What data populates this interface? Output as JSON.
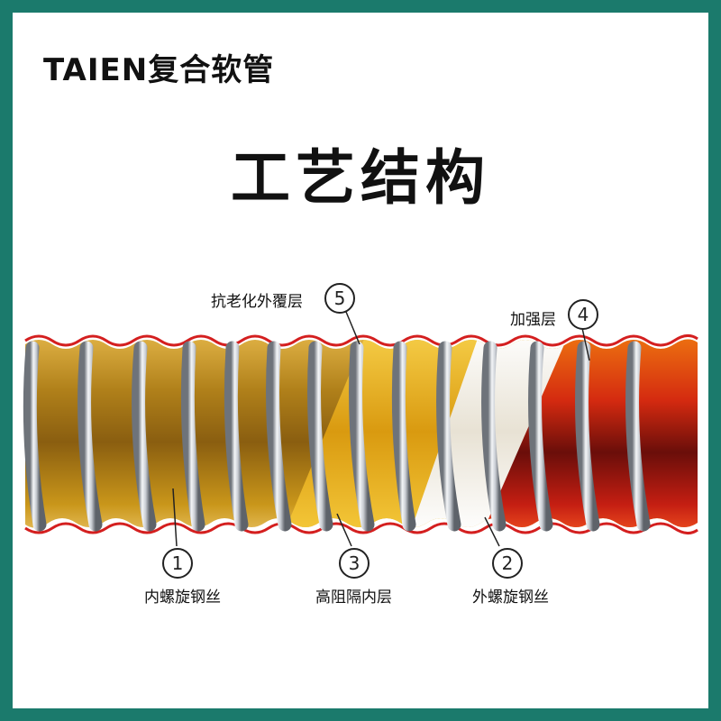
{
  "brand": "TAIEN复合软管",
  "heading": "工艺结构",
  "layers": [
    {
      "num": "1",
      "label": "内螺旋钢丝"
    },
    {
      "num": "2",
      "label": "外螺旋钢丝"
    },
    {
      "num": "3",
      "label": "高阻隔内层"
    },
    {
      "num": "4",
      "label": "加强层"
    },
    {
      "num": "5",
      "label": "抗老化外覆层"
    }
  ],
  "colors": {
    "border": "#1b7a6c",
    "inner_layer": "#c9961a",
    "barrier_layer": "#e8b820",
    "reinforce_layer": "#f2efe6",
    "outer_cover": "#c41e12",
    "wire": "#b8bcc2",
    "edge_line": "#d41f1f"
  }
}
